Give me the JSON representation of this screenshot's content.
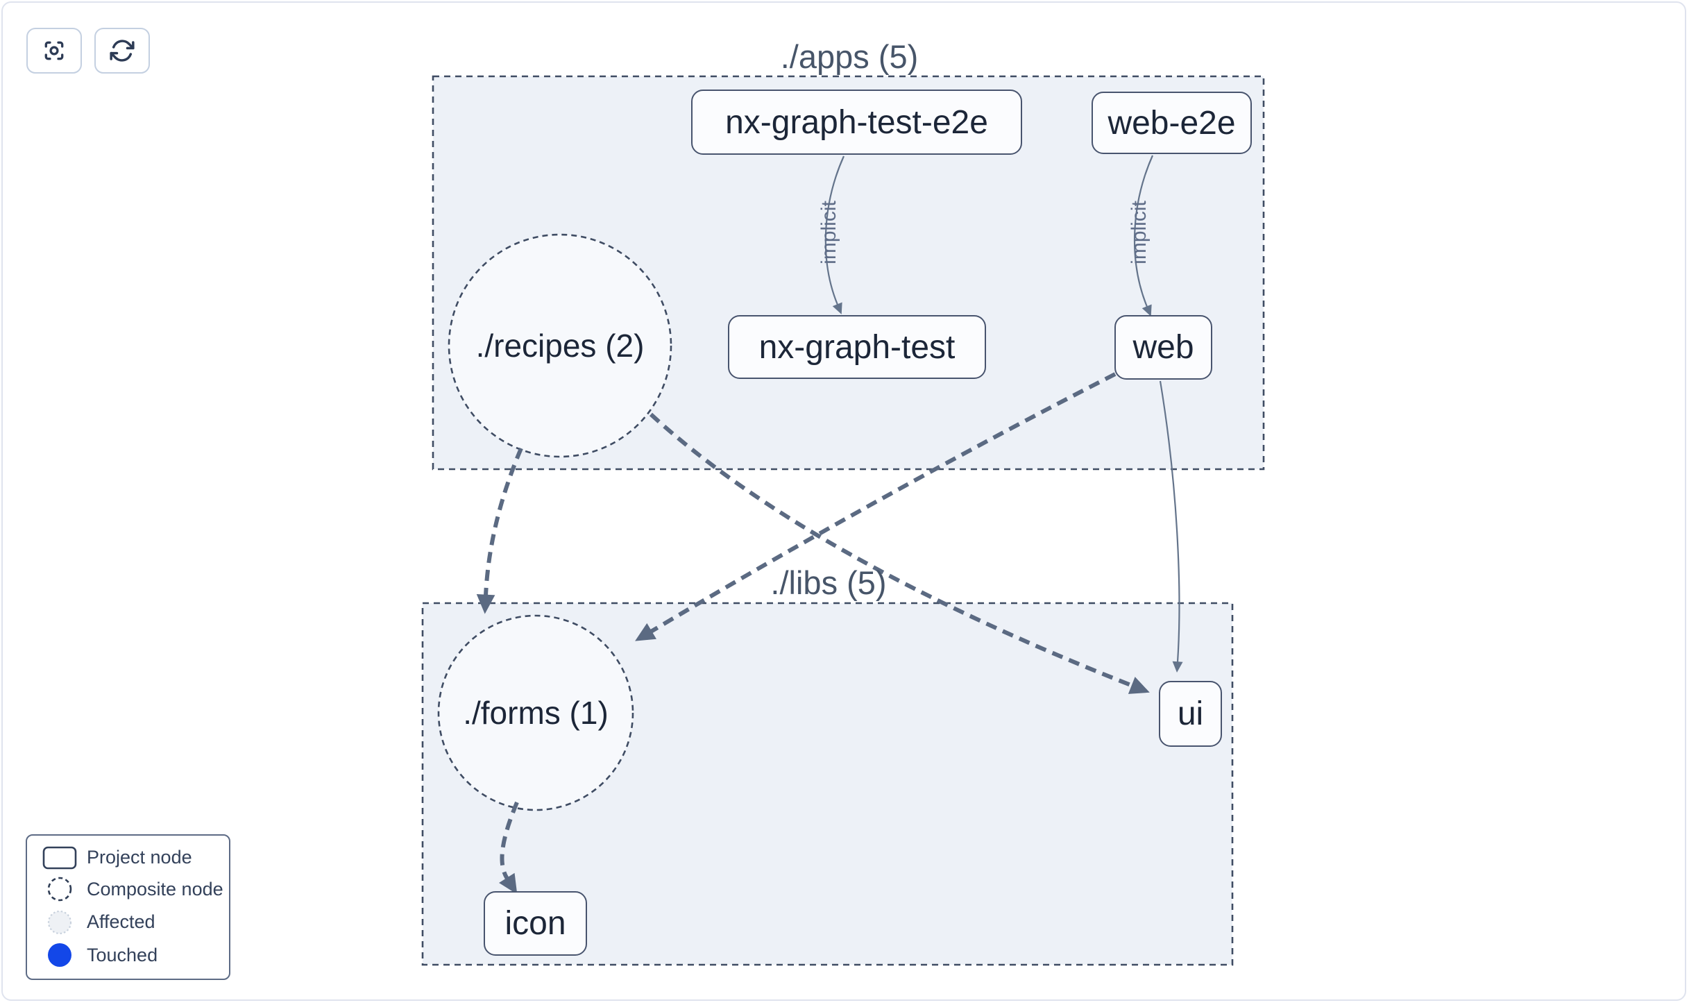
{
  "toolbar": {
    "focus_button": {
      "icon": "focus-icon"
    },
    "refresh_button": {
      "icon": "refresh-icon"
    }
  },
  "groups": {
    "apps": {
      "label": "./apps (5)"
    },
    "libs": {
      "label": "./libs (5)"
    }
  },
  "nodes": {
    "nx_graph_test_e2e": {
      "label": "nx-graph-test-e2e",
      "type": "project"
    },
    "web_e2e": {
      "label": "web-e2e",
      "type": "project"
    },
    "recipes": {
      "label": "./recipes (2)",
      "type": "composite"
    },
    "nx_graph_test": {
      "label": "nx-graph-test",
      "type": "project"
    },
    "web": {
      "label": "web",
      "type": "project"
    },
    "forms": {
      "label": "./forms (1)",
      "type": "composite"
    },
    "ui": {
      "label": "ui",
      "type": "project"
    },
    "icon": {
      "label": "icon",
      "type": "project"
    }
  },
  "edge_labels": {
    "implicit": "implicit"
  },
  "legend": {
    "items": [
      {
        "label": "Project node",
        "swatch": "project-node-swatch"
      },
      {
        "label": "Composite node",
        "swatch": "composite-node-swatch"
      },
      {
        "label": "Affected",
        "swatch": "affected-swatch"
      },
      {
        "label": "Touched",
        "swatch": "touched-swatch"
      }
    ]
  },
  "colors": {
    "touched_blue": "#1347e8",
    "affected_fill": "#eef1f5",
    "edge_slate": "#5b6a82",
    "group_fill": "#edf1f7",
    "node_border": "#48546e"
  }
}
